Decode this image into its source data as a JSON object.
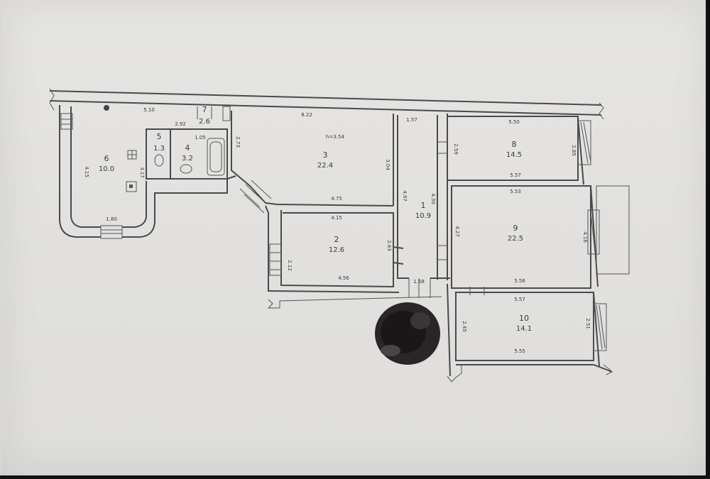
{
  "plan": {
    "top_text": "",
    "rooms": [
      {
        "id": "1",
        "number": "1",
        "area": "10.9"
      },
      {
        "id": "2",
        "number": "2",
        "area": "12.6"
      },
      {
        "id": "3",
        "number": "3",
        "area": "22.4"
      },
      {
        "id": "4",
        "number": "4",
        "area": "3.2"
      },
      {
        "id": "5",
        "number": "5",
        "area": "1.3"
      },
      {
        "id": "6",
        "number": "6",
        "area": "10.0"
      },
      {
        "id": "7",
        "number": "7",
        "area": "2.6"
      },
      {
        "id": "8",
        "number": "8",
        "area": "14.5"
      },
      {
        "id": "9",
        "number": "9",
        "area": "22.5"
      },
      {
        "id": "10",
        "number": "10",
        "area": "14.1"
      }
    ],
    "dimensions": {
      "d_510": "5.10",
      "d_822": "8.22",
      "d_292": "2.92",
      "d_105": "1.05",
      "d_415": "4.15",
      "d_317": "3.17",
      "d_180": "1.80",
      "d_273": "2.73",
      "d_h354": "h=3.54",
      "d_304": "3.04",
      "d_475": "4.75",
      "d_415b": "4.15",
      "d_263": "2.63",
      "d_212": "2.12",
      "d_456": "4.56",
      "d_157": "1.57",
      "d_497": "4.97",
      "d_430": "4.30",
      "d_168": "1.68",
      "d_550": "5.50",
      "d_259": "2.59",
      "d_285": "2.85",
      "d_557": "5.57",
      "d_553": "5.53",
      "d_427": "4.27",
      "d_416": "4.16",
      "d_556": "5.56",
      "d_557b": "5.57",
      "d_245": "2.45",
      "d_251": "2.51",
      "d_555": "5.55"
    }
  }
}
